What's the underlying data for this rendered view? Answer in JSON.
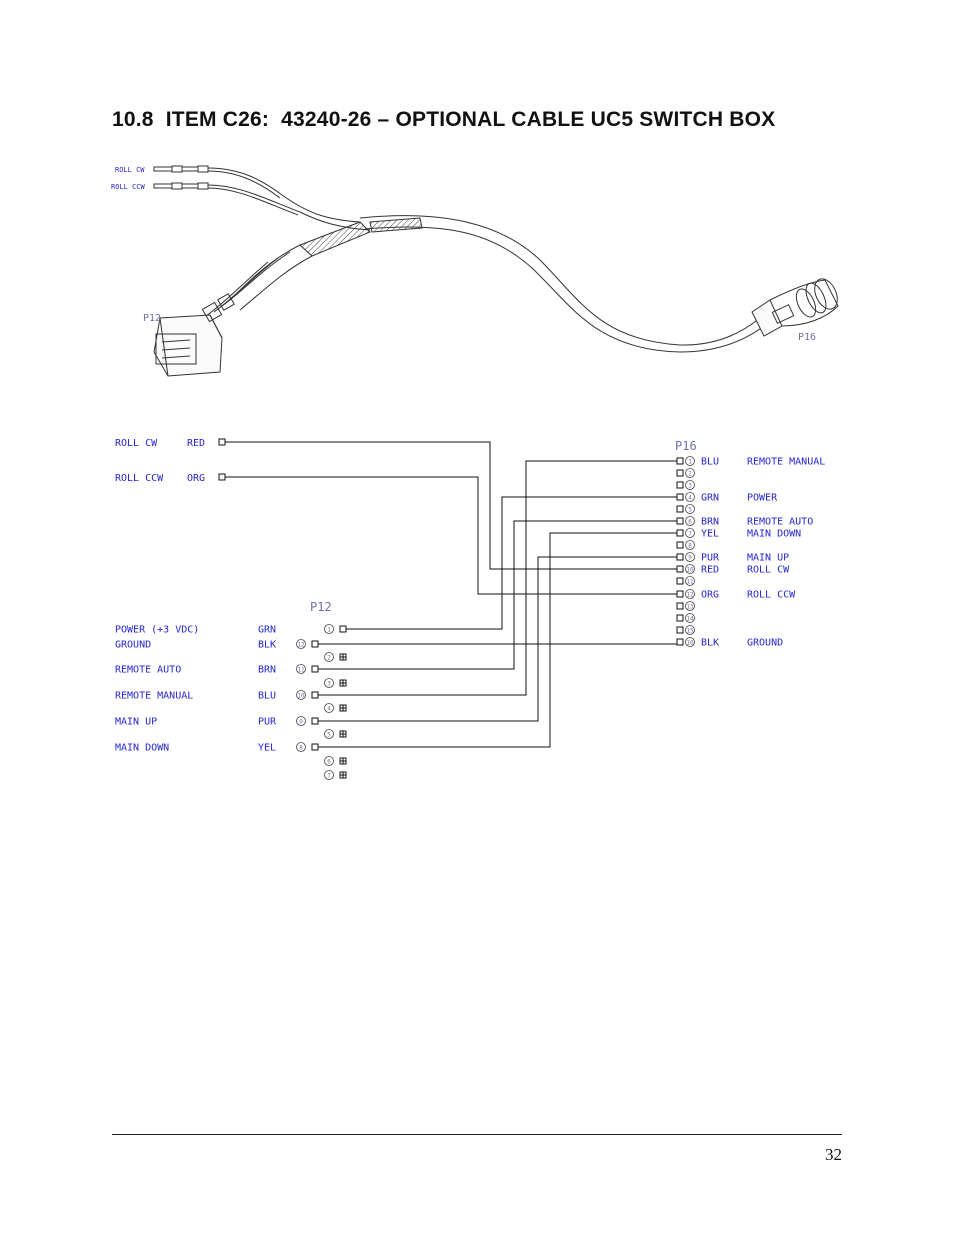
{
  "heading": {
    "number": "10.8",
    "item": "ITEM C26:",
    "part": "43240-26 – OPTIONAL CABLE UC5 SWITCH BOX"
  },
  "illustration": {
    "leads": [
      "ROLL CW",
      "ROLL CCW"
    ],
    "connector_left": "P12",
    "connector_right": "P16"
  },
  "schematic": {
    "top_leads": [
      {
        "name": "ROLL CW",
        "color": "RED"
      },
      {
        "name": "ROLL CCW",
        "color": "ORG"
      }
    ],
    "p12": {
      "label": "P12",
      "pins": [
        {
          "pin": "1",
          "name": "POWER (+3 VDC)",
          "color": "GRN"
        },
        {
          "pin": "12",
          "name": "GROUND",
          "color": "BLK"
        },
        {
          "pin": "11",
          "name": "REMOTE AUTO",
          "color": "BRN"
        },
        {
          "pin": "10",
          "name": "REMOTE MANUAL",
          "color": "BLU"
        },
        {
          "pin": "9",
          "name": "MAIN UP",
          "color": "PUR"
        },
        {
          "pin": "8",
          "name": "MAIN DOWN",
          "color": "YEL"
        }
      ],
      "plugged": [
        "2",
        "3",
        "4",
        "5",
        "6",
        "7"
      ]
    },
    "p16": {
      "label": "P16",
      "pins": [
        {
          "pin": "1",
          "color": "BLU",
          "name": "REMOTE MANUAL"
        },
        {
          "pin": "4",
          "color": "GRN",
          "name": "POWER"
        },
        {
          "pin": "6",
          "color": "BRN",
          "name": "REMOTE AUTO"
        },
        {
          "pin": "7",
          "color": "YEL",
          "name": "MAIN DOWN"
        },
        {
          "pin": "9",
          "color": "PUR",
          "name": "MAIN UP"
        },
        {
          "pin": "10",
          "color": "RED",
          "name": "ROLL CW"
        },
        {
          "pin": "12",
          "color": "ORG",
          "name": "ROLL CCW"
        },
        {
          "pin": "16",
          "color": "BLK",
          "name": "GROUND"
        }
      ]
    }
  },
  "page_number": "32"
}
